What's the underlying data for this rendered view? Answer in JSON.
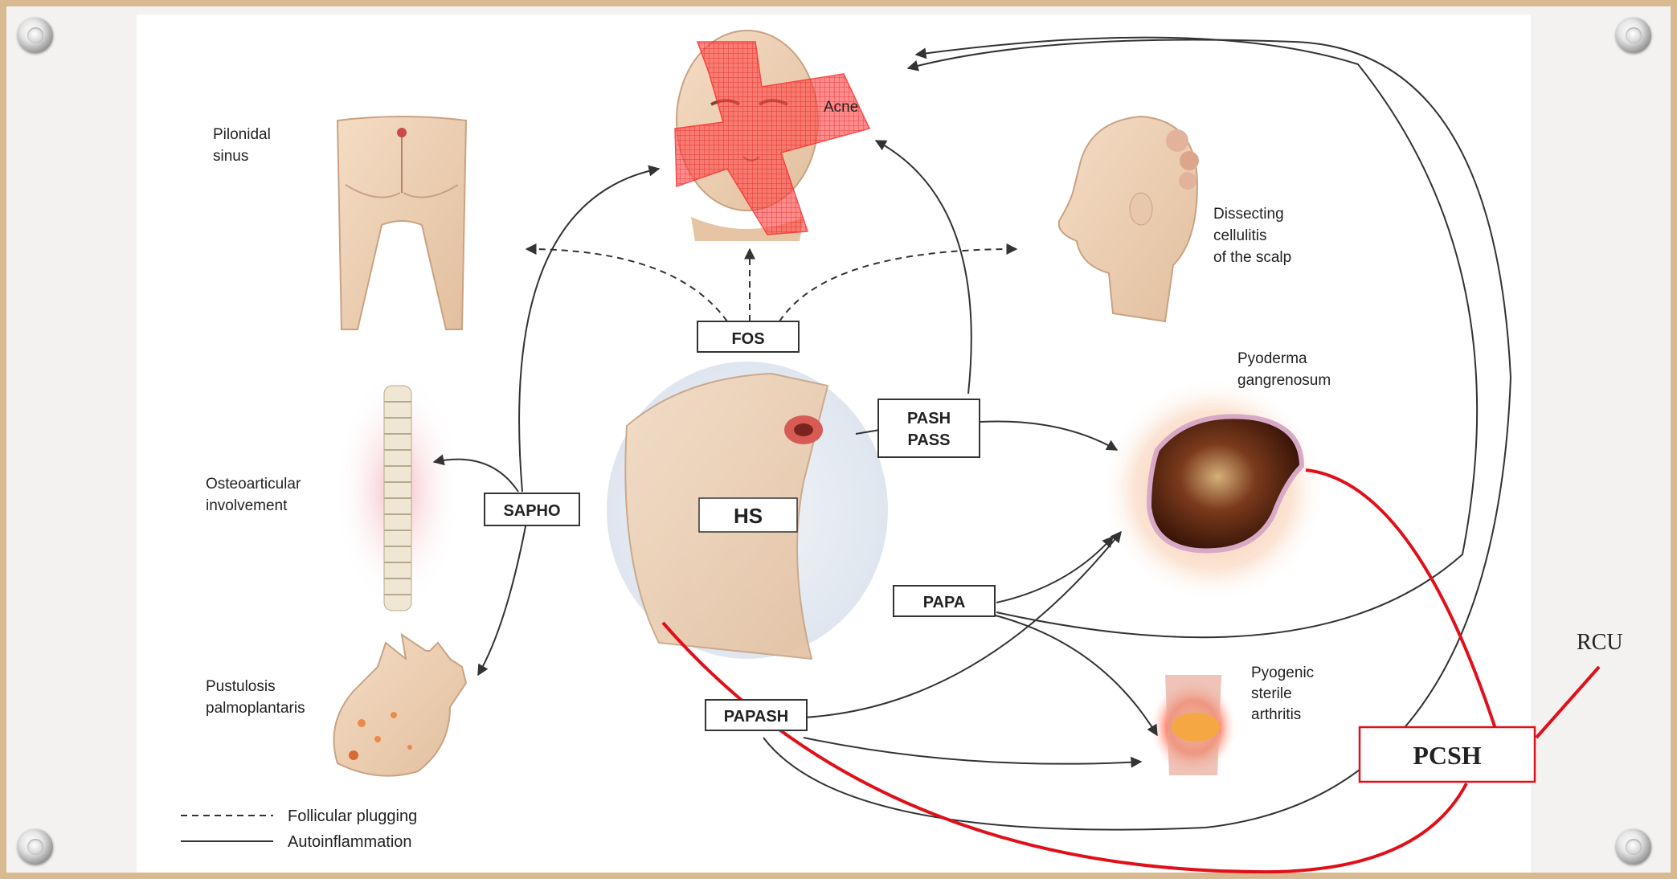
{
  "labels": {
    "acne": "Acne",
    "pilonidal_line1": "Pilonidal",
    "pilonidal_line2": "sinus",
    "dissecting_line1": "Dissecting",
    "dissecting_line2": "cellulitis",
    "dissecting_line3": "of the scalp",
    "pyoderma_line1": "Pyoderma",
    "pyoderma_line2": "gangrenosum",
    "osteo_line1": "Osteoarticular",
    "osteo_line2": "involvement",
    "pustulosis_line1": "Pustulosis",
    "pustulosis_line2": "palmoplantaris",
    "pyogenic_line1": "Pyogenic",
    "pyogenic_line2": "sterile",
    "pyogenic_line3": "arthritis"
  },
  "boxes": {
    "fos": "FOS",
    "pash_line1": "PASH",
    "pash_line2": "PASS",
    "sapho": "SAPHO",
    "hs": "HS",
    "papa": "PAPA",
    "papash": "PAPASH",
    "pcsh": "PCSH"
  },
  "annotations": {
    "rcu": "RCU"
  },
  "legend": {
    "dashed": "Follicular plugging",
    "solid": "Autoinflammation"
  },
  "colors": {
    "frame": "#d9b98f",
    "annotation_red": "#e0101a",
    "cross_red": "#ff3b3b"
  }
}
